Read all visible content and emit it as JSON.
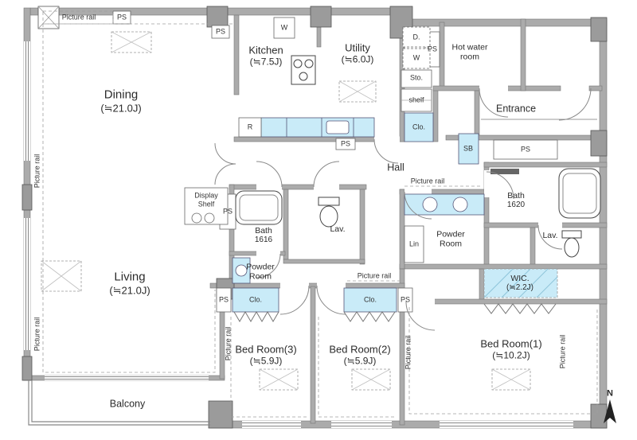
{
  "rooms": {
    "dining": {
      "name": "Dining",
      "size": "(≒21.0J)"
    },
    "kitchen": {
      "name": "Kitchen",
      "size": "(≒7.5J)"
    },
    "utility": {
      "name": "Utility",
      "size": "(≒6.0J)"
    },
    "living": {
      "name": "Living",
      "size": "(≒21.0J)"
    },
    "bedroom1": {
      "name": "Bed Room(1)",
      "size": "(≒10.2J)"
    },
    "bedroom2": {
      "name": "Bed Room(2)",
      "size": "(≒5.9J)"
    },
    "bedroom3": {
      "name": "Bed Room(3)",
      "size": "(≒5.9J)"
    },
    "wic": {
      "name": "WIC.",
      "size": "(≒2.2J)"
    },
    "bath_1620": {
      "name": "Bath",
      "size": "1620"
    },
    "bath_1616": {
      "name": "Bath",
      "size": "1616"
    },
    "hot_water_room": {
      "name": "Hot water room"
    },
    "entrance": {
      "name": "Entrance"
    },
    "hall": {
      "name": "Hall"
    },
    "lav_right": {
      "name": "Lav."
    },
    "lav_mid": {
      "name": "Lav."
    },
    "powder_room_right": {
      "name": "Powder Room"
    },
    "powder_room_mid": {
      "name": "Powder Room"
    },
    "balcony": {
      "name": "Balcony"
    }
  },
  "labels": {
    "picture_rail": "Picture rail",
    "ps": "PS",
    "clo": "Clo.",
    "sto": "Sto.",
    "shelf": "shelf",
    "sb": "SB",
    "lin": "Lin",
    "r": "R",
    "w": "W",
    "d": "D.",
    "display_shelf": "Display Shelf",
    "north": "N"
  },
  "colors": {
    "wall": "#ababab",
    "fixture_fill": "#c9ebf8",
    "line": "#555555"
  }
}
